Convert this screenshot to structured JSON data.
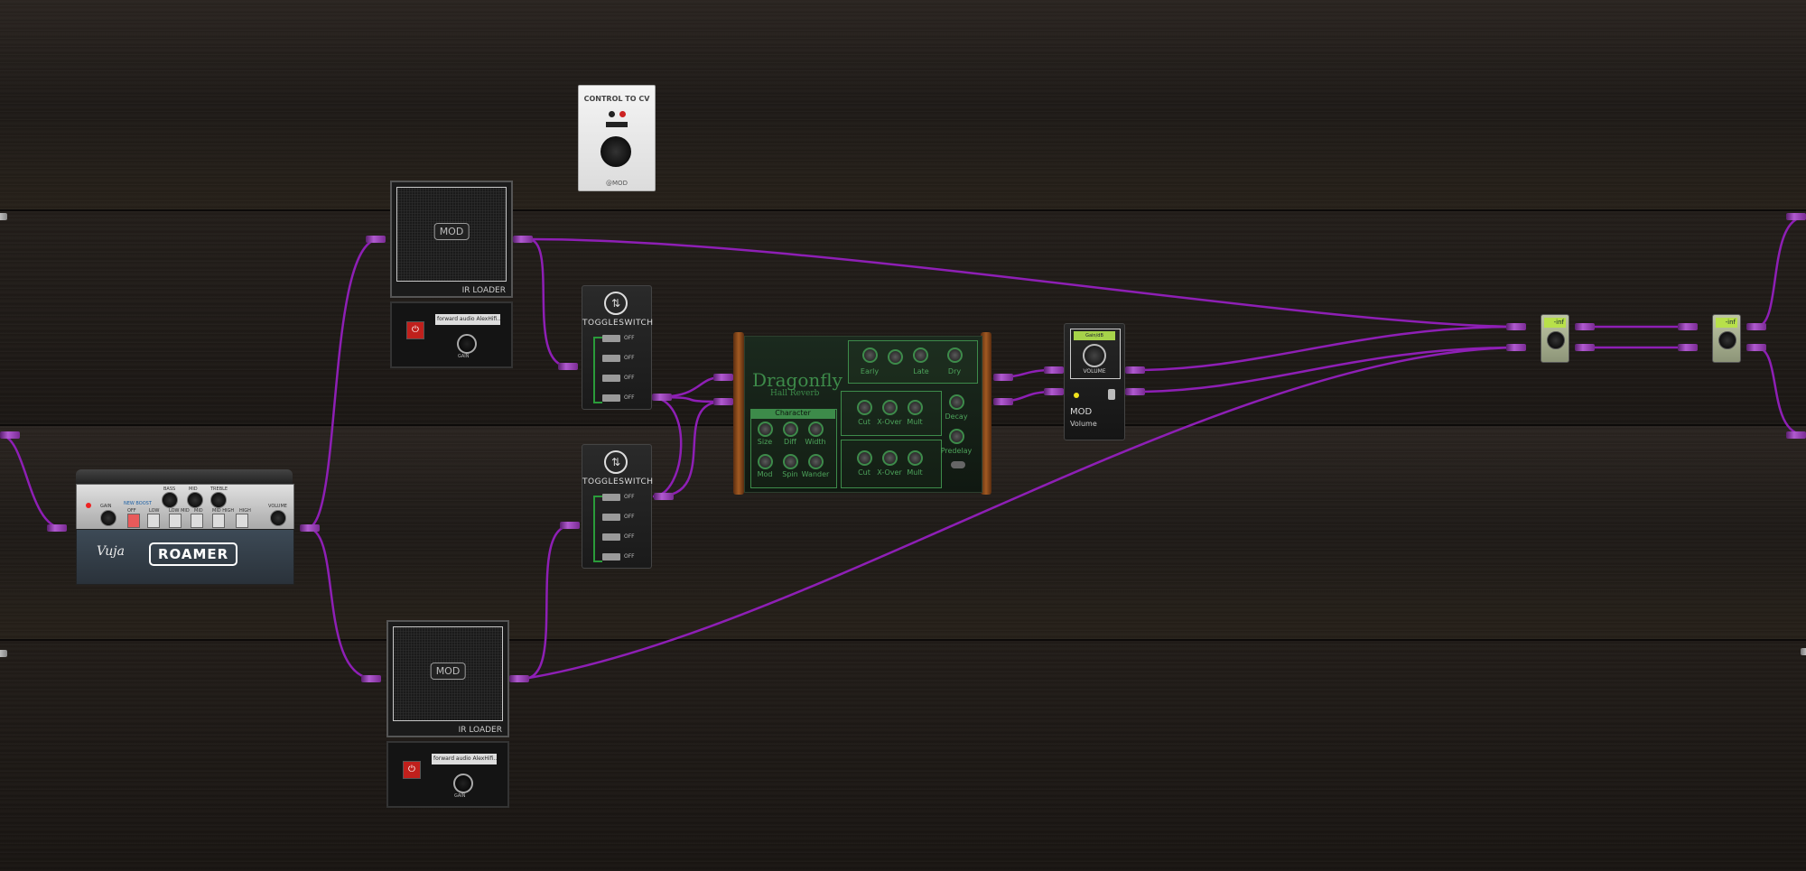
{
  "ir_loader_top": {
    "logo": "MOD",
    "label": "IR LOADER",
    "file": "forward audio AlexHifi...",
    "gain_label": "GAIN"
  },
  "ir_loader_bottom": {
    "logo": "MOD",
    "label": "IR LOADER",
    "file": "forward audio AlexHifi...",
    "gain_label": "GAIN"
  },
  "control_to_cv": {
    "title": "CONTROL TO CV",
    "brand": "@MOD"
  },
  "toggleswitch_top": {
    "title": "TOGGLESWITCH",
    "states": [
      "OFF",
      "OFF",
      "OFF",
      "OFF"
    ]
  },
  "toggleswitch_bottom": {
    "title": "TOGGLESWITCH",
    "states": [
      "OFF",
      "OFF",
      "OFF",
      "OFF"
    ]
  },
  "amp": {
    "name": "ROAMER",
    "signature": "Vuja",
    "knob_labels": [
      "BASS",
      "MID",
      "TREBLE"
    ],
    "gain_label": "GAIN",
    "volume_label": "VOLUME",
    "voice_label": "NEW BOOST",
    "modes": [
      "OFF",
      "LOW",
      "LOW MID",
      "MID",
      "MID HIGH",
      "HIGH"
    ]
  },
  "dragonfly": {
    "name": "Dragonfly",
    "subtitle": "Hall   Reverb",
    "level_knobs": [
      "Early",
      "Late",
      "Dry"
    ],
    "character_header": "Character",
    "character_knobs_row1": [
      "Size",
      "Diff",
      "Width"
    ],
    "character_knobs_row2": [
      "Mod",
      "Spin",
      "Wander"
    ],
    "filter_knobs": [
      "Cut",
      "X-Over",
      "Mult"
    ],
    "decay_label": "Decay",
    "predelay_label": "Predelay"
  },
  "volume": {
    "screen": "Gain/dB",
    "knob_label": "VOLUME",
    "brand": "MOD",
    "name": "Volume"
  },
  "meter_left": {
    "readout": "-inf"
  },
  "meter_right": {
    "readout": "-inf"
  },
  "colors": {
    "cable": "#8e1fb5",
    "accent_green": "#3d8b4a"
  }
}
